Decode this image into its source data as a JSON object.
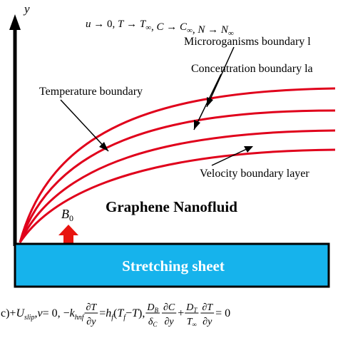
{
  "axis": {
    "y_label": "y"
  },
  "top_condition": {
    "parts": [
      {
        "t": "u",
        "it": true
      },
      {
        "t": " → 0,  ",
        "it": false
      },
      {
        "t": "T",
        "it": true
      },
      {
        "t": " → ",
        "it": false
      },
      {
        "t": "T",
        "it": true
      },
      {
        "t": "∞",
        "it": false,
        "sub": true
      },
      {
        "t": ",  ",
        "it": false
      },
      {
        "t": "C",
        "it": true
      },
      {
        "t": " → ",
        "it": false
      },
      {
        "t": "C",
        "it": true
      },
      {
        "t": "∞",
        "it": false,
        "sub": true
      },
      {
        "t": ",  ",
        "it": false
      },
      {
        "t": "N",
        "it": true
      },
      {
        "t": " → ",
        "it": false
      },
      {
        "t": "N",
        "it": true
      },
      {
        "t": "∞",
        "it": false,
        "sub": true
      }
    ]
  },
  "labels": {
    "microorganisms": "Microroganisms boundary l",
    "concentration": "Concentration boundary la",
    "temperature": "Temperature boundary",
    "velocity": "Velocity boundary layer",
    "fluid": "Graphene Nanofluid",
    "field": "B",
    "field_sub": "0",
    "sheet": "Stretching sheet"
  },
  "bottom_condition": {
    "parts": [
      {
        "t": "c)+",
        "it": false
      },
      {
        "t": "U",
        "it": true
      },
      {
        "t": "slip",
        "it": true,
        "sub": true
      },
      {
        "t": ",  ",
        "it": false
      },
      {
        "t": "v",
        "it": true
      },
      {
        "t": " = 0,  −",
        "it": false
      },
      {
        "t": "k",
        "it": true
      },
      {
        "t": "hnf",
        "it": true,
        "sub": true
      },
      {
        "frac": [
          "∂T",
          "∂y"
        ]
      },
      {
        "t": " = ",
        "it": false
      },
      {
        "t": "h",
        "it": true
      },
      {
        "t": "f",
        "it": true,
        "sub": true
      },
      {
        "t": "(",
        "it": false
      },
      {
        "t": "T",
        "it": true
      },
      {
        "t": "f",
        "it": true,
        "sub": true
      },
      {
        "t": " − ",
        "it": false
      },
      {
        "t": "T",
        "it": true
      },
      {
        "t": "),  ",
        "it": false
      },
      {
        "frac": [
          "D",
          "δ"
        ],
        "subs": [
          "B",
          "C"
        ]
      },
      {
        "frac": [
          "∂C",
          "∂y"
        ]
      },
      {
        "t": " + ",
        "it": false
      },
      {
        "frac": [
          "D",
          "T"
        ],
        "subs": [
          "T",
          "∞"
        ]
      },
      {
        "frac": [
          "∂T",
          "∂y"
        ]
      },
      {
        "t": " = 0",
        "it": false
      }
    ]
  },
  "colors": {
    "curve": "#e0001b",
    "sheet_fill": "#16b3ec",
    "sheet_stroke": "#000000",
    "arrow": "#e8140f",
    "axis": "#000000"
  }
}
